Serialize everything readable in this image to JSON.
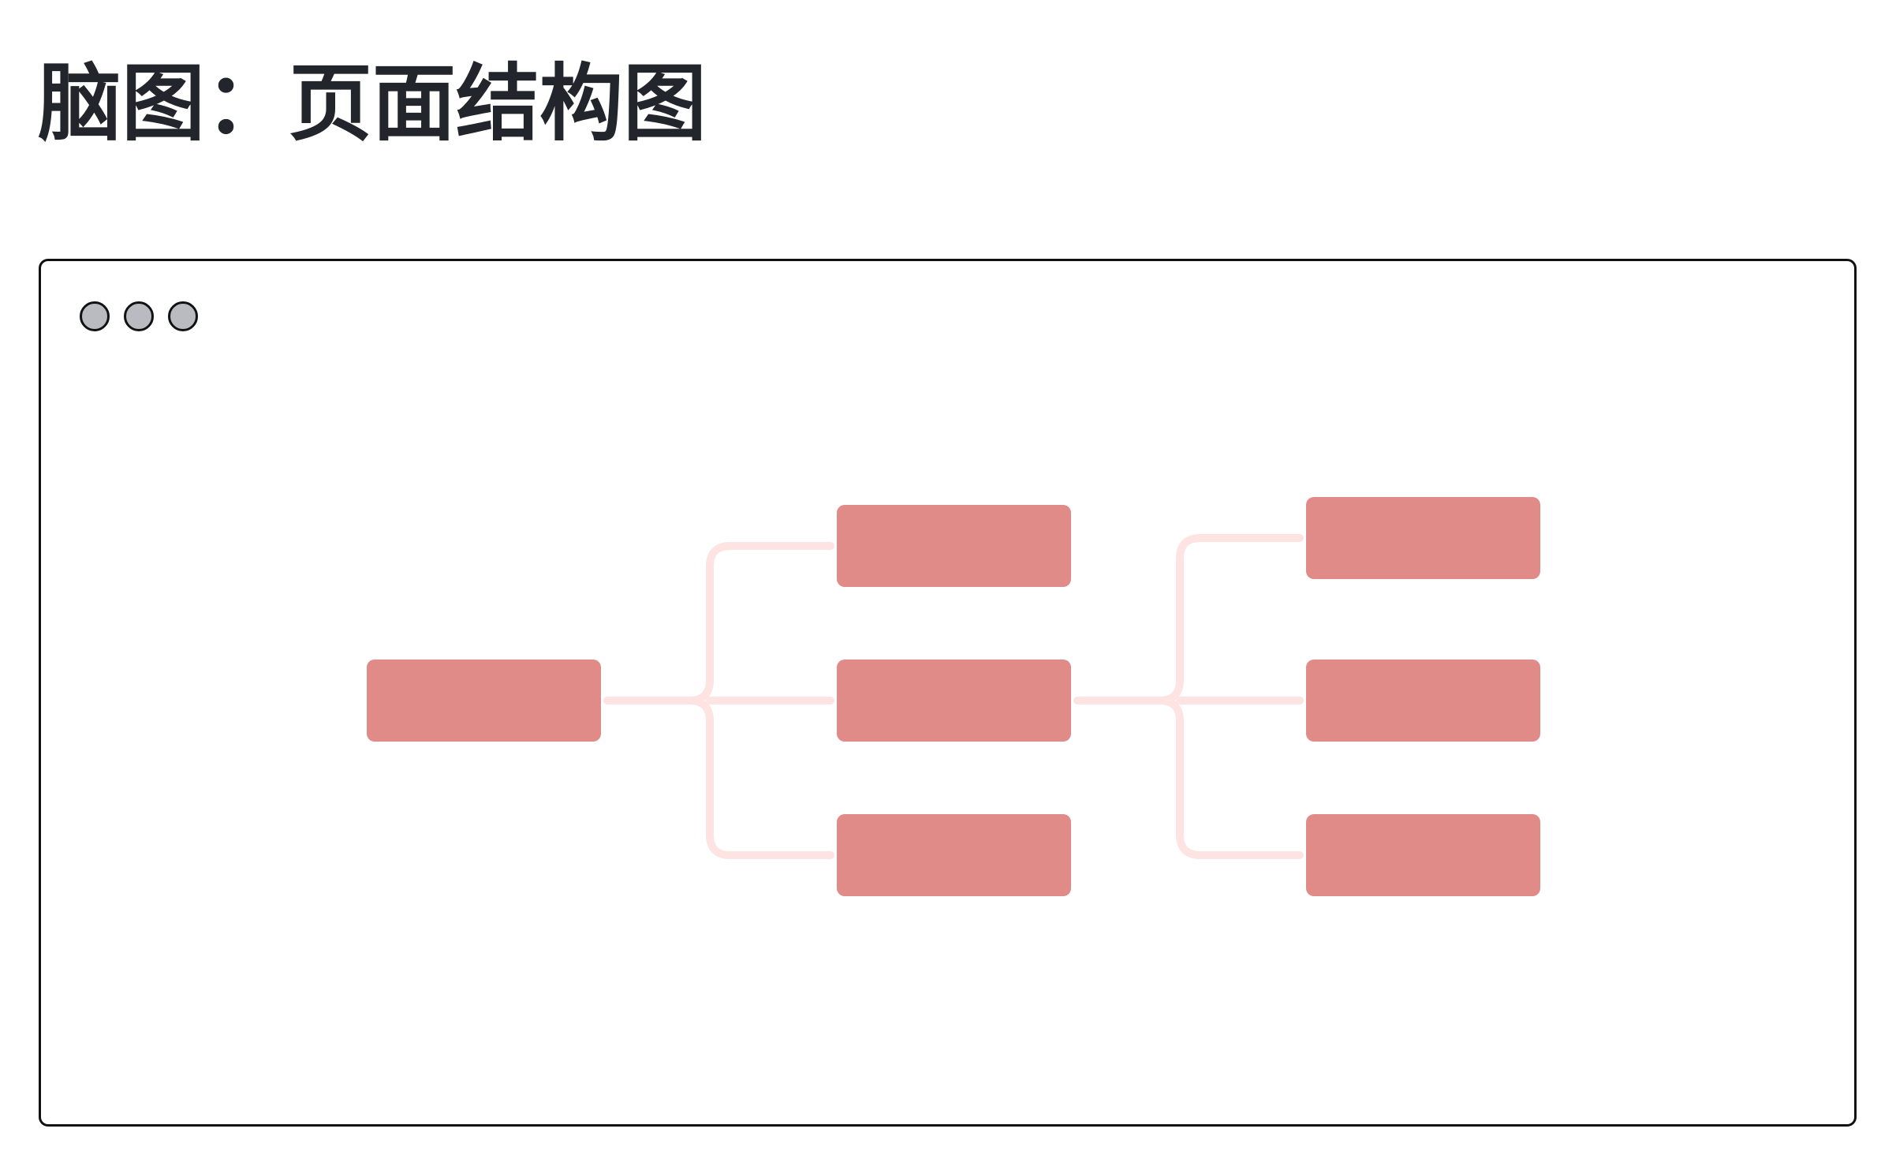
{
  "title": "脑图：页面结构图",
  "window": {
    "controls": [
      "window-dot",
      "window-dot",
      "window-dot"
    ]
  },
  "diagram": {
    "type": "mind-map",
    "node_color": "#e08b87",
    "connector_color": "#fde3e2",
    "nodes": [
      {
        "id": "root",
        "label": "",
        "level": 0
      },
      {
        "id": "child-1",
        "label": "",
        "level": 1,
        "parent": "root"
      },
      {
        "id": "child-2",
        "label": "",
        "level": 1,
        "parent": "root"
      },
      {
        "id": "child-3",
        "label": "",
        "level": 1,
        "parent": "root"
      },
      {
        "id": "grandchild-1",
        "label": "",
        "level": 2,
        "parent": "child-2"
      },
      {
        "id": "grandchild-2",
        "label": "",
        "level": 2,
        "parent": "child-2"
      },
      {
        "id": "grandchild-3",
        "label": "",
        "level": 2,
        "parent": "child-2"
      }
    ]
  }
}
